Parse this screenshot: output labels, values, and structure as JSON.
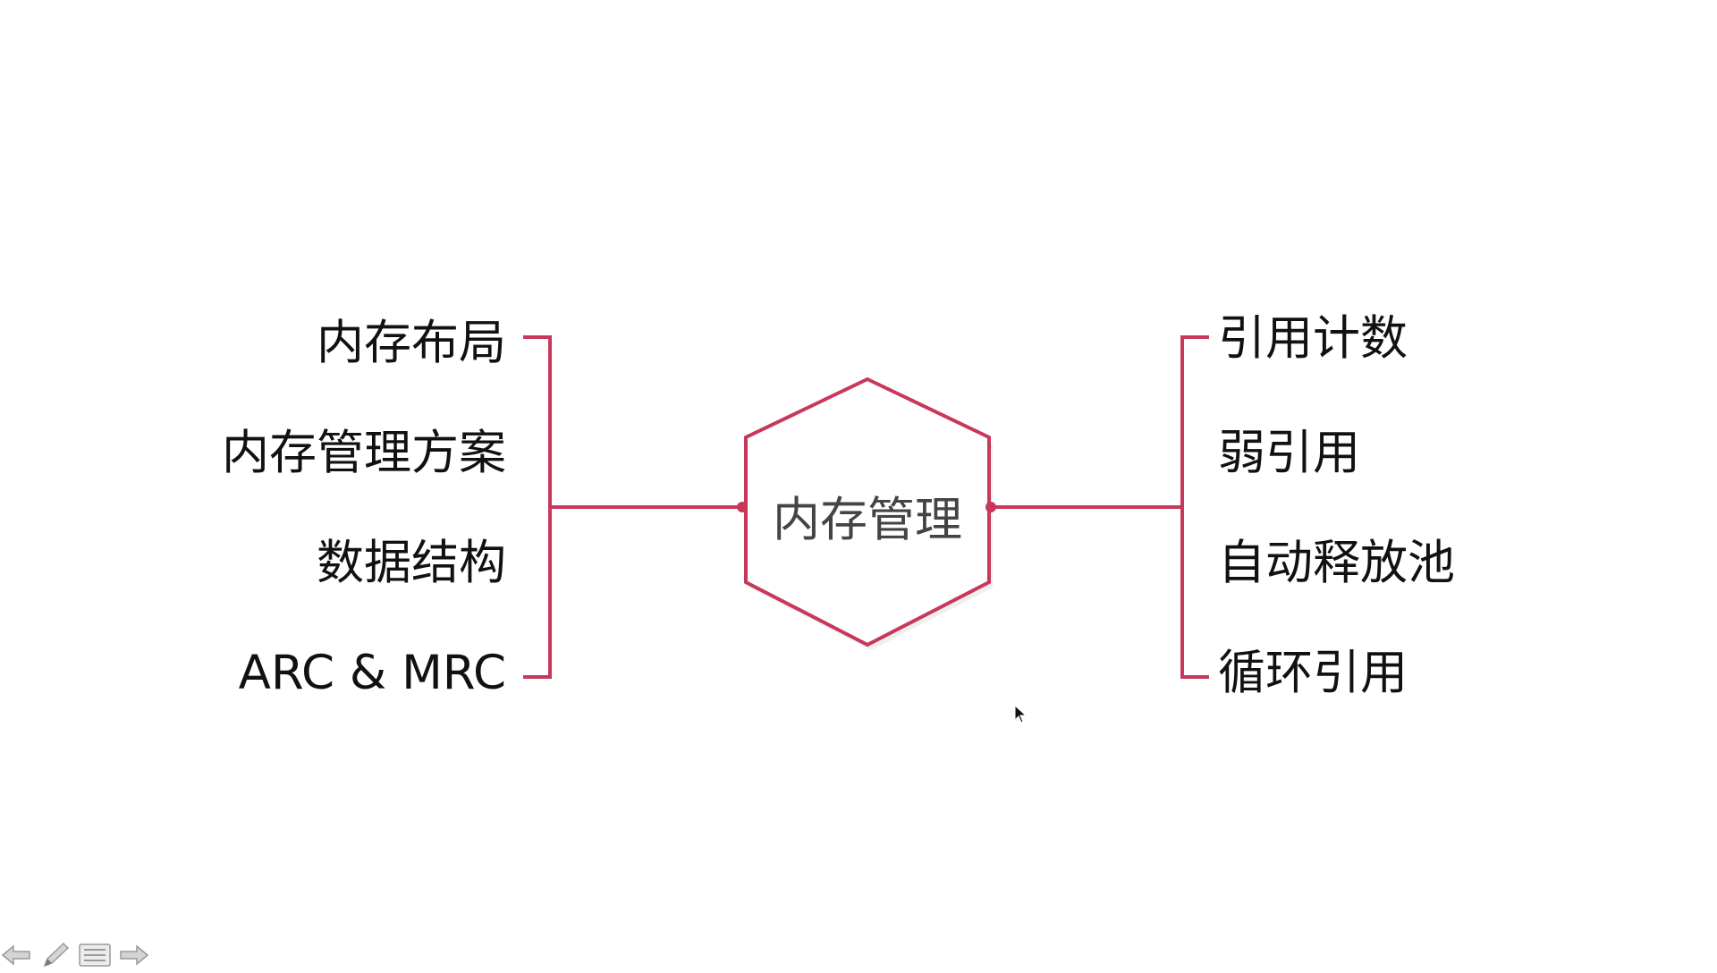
{
  "diagram": {
    "center": "内存管理",
    "left_items": [
      "内存布局",
      "内存管理方案",
      "数据结构",
      "ARC & MRC"
    ],
    "right_items": [
      "引用计数",
      "弱引用",
      "自动释放池",
      "循环引用"
    ],
    "accent_color": "#c8385a"
  },
  "toolbar": {
    "icons": [
      "prev-arrow-icon",
      "pen-icon",
      "menu-icon",
      "next-arrow-icon"
    ]
  }
}
